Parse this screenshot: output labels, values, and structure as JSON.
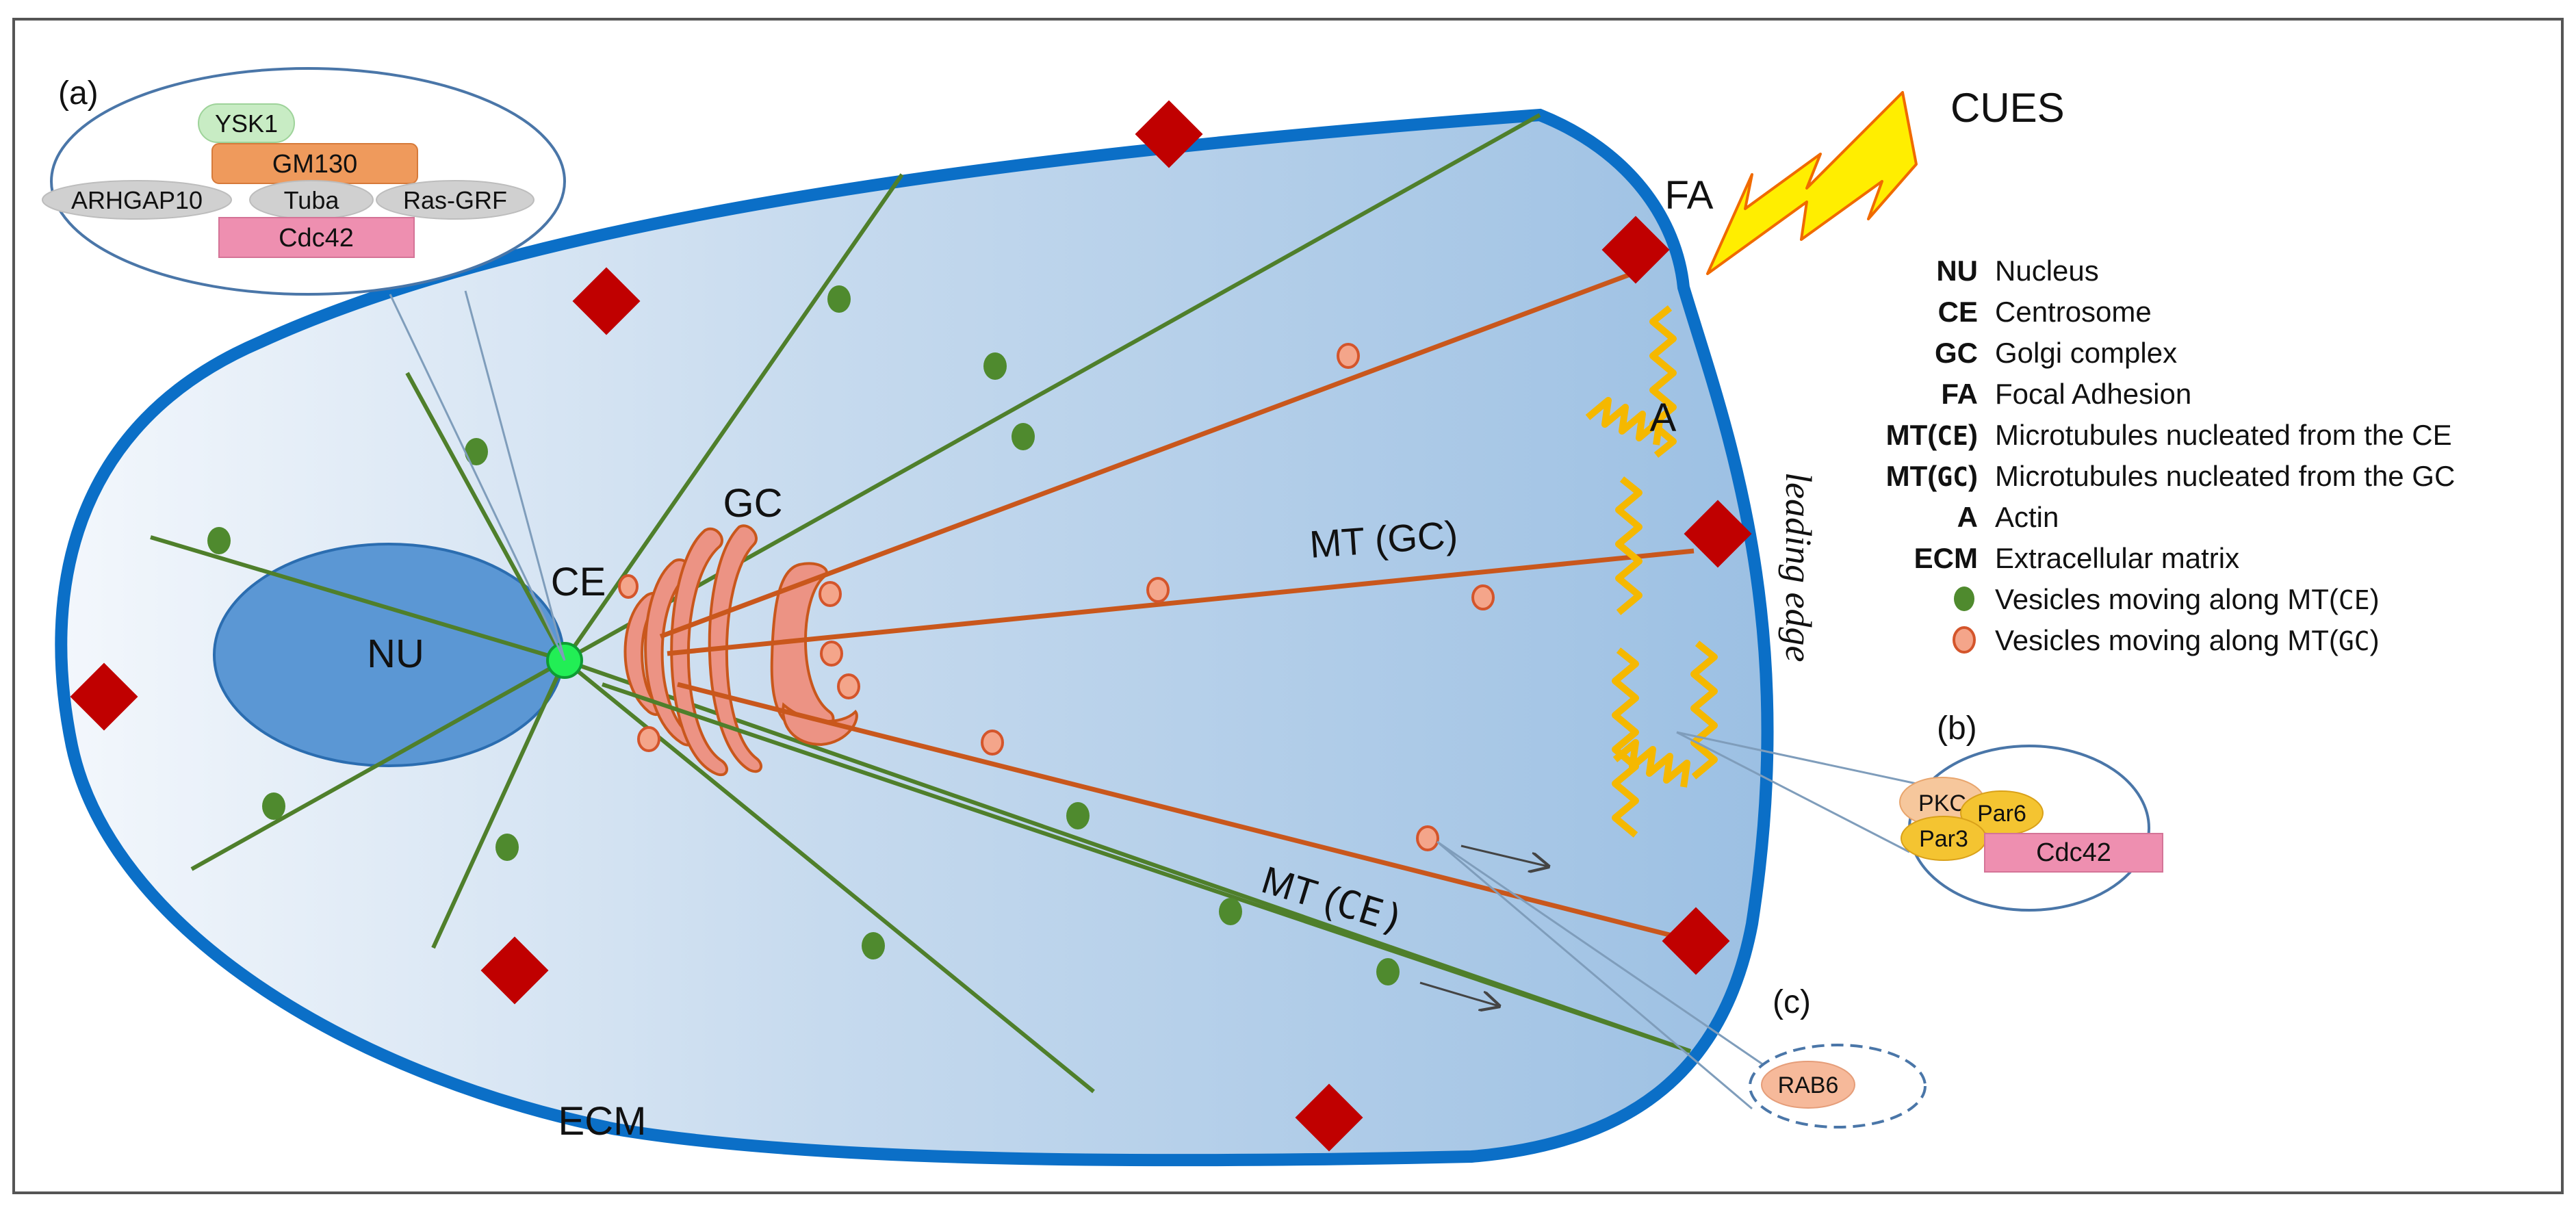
{
  "panel_labels": {
    "a": "(a)",
    "b": "(b)",
    "c": "(c)"
  },
  "labels": {
    "cues": "CUES",
    "fa": "FA",
    "gc": "GC",
    "ce": "CE",
    "nu": "NU",
    "a": "A",
    "ecm": "ECM",
    "leading_edge": "leading edge",
    "mt_gc_prefix": "MT (",
    "mt_gc_suffix": "GC)",
    "mt_ce_prefix": "MT (",
    "mt_ce_suffix": "CE)"
  },
  "inset_a": {
    "ysk1": "YSK1",
    "gm130": "GM130",
    "arhgap10": "ARHGAP10",
    "tuba": "Tuba",
    "rasgrf": "Ras-GRF",
    "cdc42": "Cdc42"
  },
  "inset_b": {
    "pkc": "PKC",
    "par6": "Par6",
    "par3": "Par3",
    "cdc42": "Cdc42"
  },
  "inset_c": {
    "rab6": "RAB6"
  },
  "legend": [
    {
      "abbr": "NU",
      "desc": "Nucleus"
    },
    {
      "abbr": "CE",
      "desc": "Centrosome"
    },
    {
      "abbr": "GC",
      "desc": "Golgi complex"
    },
    {
      "abbr": "FA",
      "desc": "Focal Adhesion"
    },
    {
      "abbr": "MT(",
      "abbr2": "CE",
      "abbr3": ")",
      "desc": "Microtubules nucleated from the CE"
    },
    {
      "abbr": "MT(",
      "abbr2": "GC",
      "abbr3": ")",
      "desc": "Microtubules nucleated from the GC"
    },
    {
      "abbr": "A",
      "desc": "Actin"
    },
    {
      "abbr": "ECM",
      "desc": "Extracellular matrix"
    },
    {
      "abbr": "",
      "desc": "Vesicles moving along MT(",
      "desc2": "CE",
      "desc3": ")"
    },
    {
      "abbr": "",
      "desc": "Vesicles moving along MT(",
      "desc2": "GC",
      "desc3": ")"
    }
  ],
  "colors": {
    "membrane": "#0b6fc7",
    "nucleus": "#5b97d4",
    "mt_ce": "#4f7f2b",
    "mt_gc": "#c9571c",
    "golgi": "#ec9384",
    "golgi_stroke": "#c9571c",
    "centrosome": "#22ee55",
    "adhesion": "#c00000",
    "actin": "#f5b800",
    "vesicle_green": "#4f8a2e",
    "vesicle_orange": "#f4a58a",
    "cues": "#ffee00",
    "cues_stroke": "#f06a00"
  }
}
